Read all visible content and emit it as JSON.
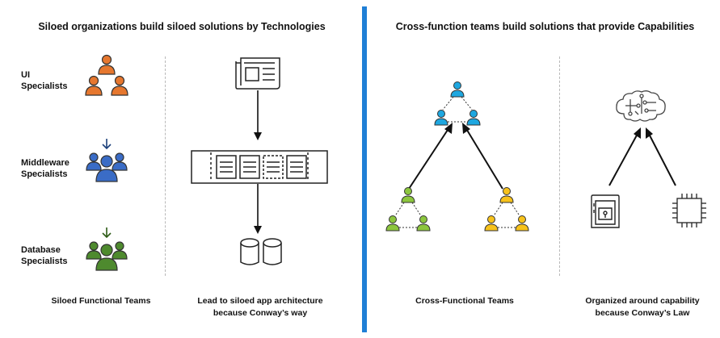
{
  "left_panel": {
    "title": "Siloed organizations build siloed solutions by Technologies",
    "groups": [
      {
        "label_line1": "UI",
        "label_line2": "Specialists"
      },
      {
        "label_line1": "Middleware",
        "label_line2": "Specialists"
      },
      {
        "label_line1": "Database",
        "label_line2": "Specialists"
      }
    ],
    "caption_teams": "Siloed Functional Teams",
    "caption_architecture_line1": "Lead to siloed app architecture",
    "caption_architecture_line2": "because Conway’s way"
  },
  "right_panel": {
    "title": "Cross-function teams build solutions that provide Capabilities",
    "caption_teams": "Cross-Functional Teams",
    "caption_capability_line1": "Organized around capability",
    "caption_capability_line2": "because Conway’s Law"
  },
  "colors": {
    "ui_team": "#e6772e",
    "middleware_team": "#3a6cc6",
    "database_team": "#4e8a2e",
    "cyan_team": "#1ea7e0",
    "green_team": "#8cc63e",
    "yellow_team": "#f7c21b",
    "divider": "#1f7fd6"
  },
  "icons": [
    "ui-team-icon",
    "middleware-team-icon",
    "database-team-icon",
    "newspaper-icon",
    "server-rack-icon",
    "database-icon",
    "cyan-team-icon",
    "green-team-icon",
    "yellow-team-icon",
    "brain-circuit-icon",
    "storage-device-icon",
    "cpu-chip-icon"
  ]
}
